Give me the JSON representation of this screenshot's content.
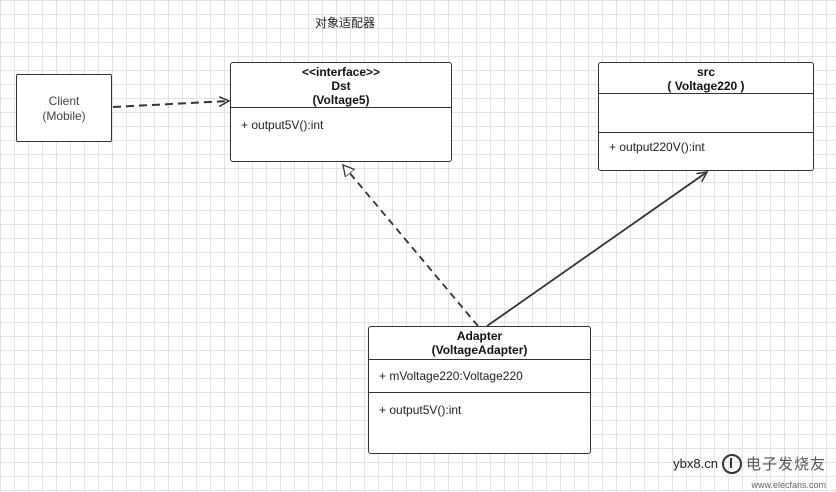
{
  "diagram_title": "对象适配器",
  "client": {
    "line1": "Client",
    "line2": "(Mobile)"
  },
  "dst": {
    "stereotype": "<<interface>>",
    "name": "Dst",
    "type": "(Voltage5)",
    "method": "+ output5V():int"
  },
  "src": {
    "name": "src",
    "type": "( Voltage220 )",
    "method": "+ output220V():int"
  },
  "adapter": {
    "name": "Adapter",
    "type": "(VoltageAdapter)",
    "field": "+ mVoltage220:Voltage220",
    "method": "+ output5V():int"
  },
  "watermark": {
    "text": "ybx8.cn",
    "brand": "电子发烧友",
    "url": "www.elecfans.com"
  },
  "colors": {
    "line": "#333333",
    "grid": "#e3e3e3"
  }
}
